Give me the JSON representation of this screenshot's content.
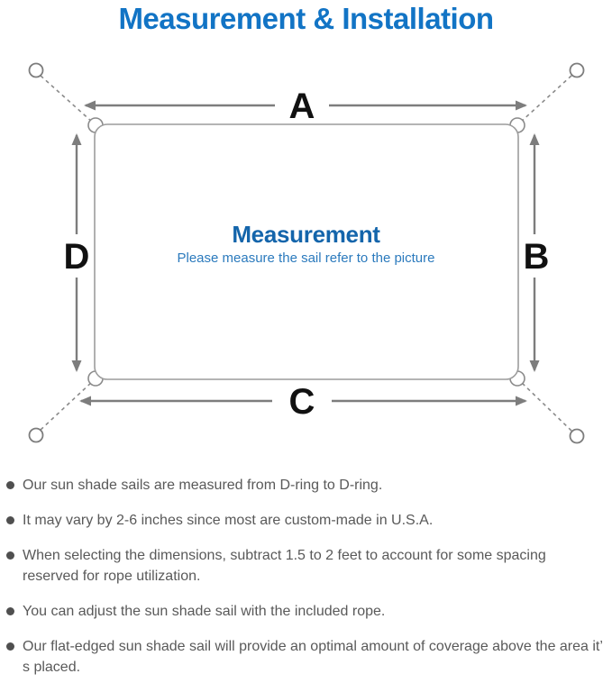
{
  "title": "Measurement & Installation",
  "diagram": {
    "heading": "Measurement",
    "subheading": "Please measure the sail refer to the picture",
    "labels": {
      "top": "A",
      "right": "B",
      "bottom": "C",
      "left": "D"
    }
  },
  "colors": {
    "title_blue": "#1274c5",
    "heading_blue": "#1465ab",
    "subheading_blue": "#2b7abd",
    "diagram_gray": "#7d7d7d",
    "sail_gray": "#9c9c9c",
    "label_black": "#111111",
    "note_gray": "#595959"
  },
  "notes": [
    "Our sun shade sails are measured from D-ring to D-ring.",
    "It may vary by 2-6 inches since most are custom-made in U.S.A.",
    "When selecting the dimensions, subtract 1.5 to 2 feet to account for some spacing reserved for rope utilization.",
    "You can adjust the sun shade sail with the included rope.",
    "Our flat-edged sun shade sail will provide an optimal amount of coverage above the area it’ s placed."
  ]
}
